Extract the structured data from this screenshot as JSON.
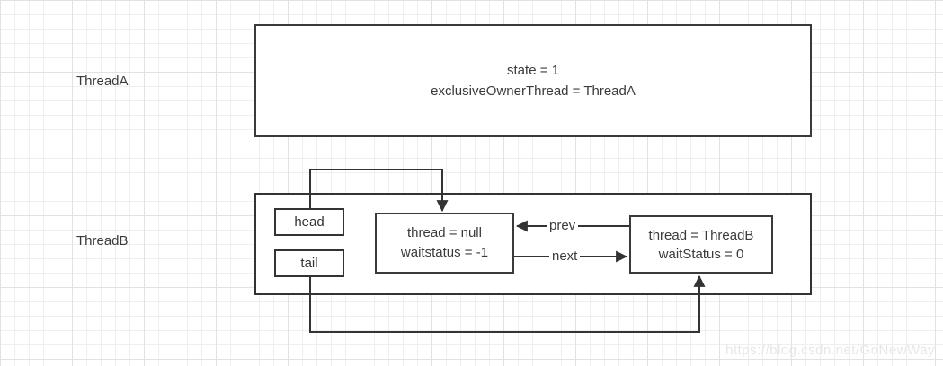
{
  "diagram": {
    "threadA": {
      "label": "ThreadA",
      "sync_box": {
        "line1": "state = 1",
        "line2": "exclusiveOwnerThread = ThreadA"
      }
    },
    "threadB": {
      "label": "ThreadB",
      "head_label": "head",
      "tail_label": "tail",
      "node_null": {
        "line1": "thread = null",
        "line2": "waitstatus = -1"
      },
      "node_threadb": {
        "line1": "thread = ThreadB",
        "line2": "waitStatus = 0"
      },
      "prev_label": "prev",
      "next_label": "next"
    }
  },
  "watermark": "https://blog.csdn.net/GoNewWay",
  "colors": {
    "stroke": "#333333",
    "text": "#3a3a3a",
    "grid_minor": "#efefef",
    "grid_major": "#e2e2e2",
    "watermark": "#e7e7e7"
  }
}
